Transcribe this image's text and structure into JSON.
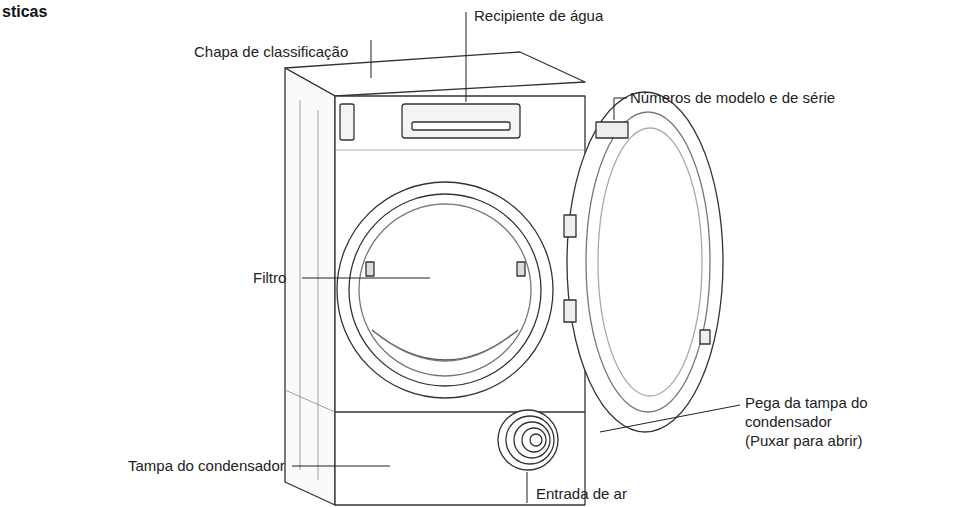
{
  "diagram": {
    "title": "sticas",
    "labels": [
      "Chapa de classificação",
      "Recipiente de água",
      "Números de modelo e de série",
      "Filtro",
      "Pega da tampa do condensador",
      "(Puxar para abrir)",
      "Tampa do condensador",
      "Entrada de ar"
    ]
  }
}
